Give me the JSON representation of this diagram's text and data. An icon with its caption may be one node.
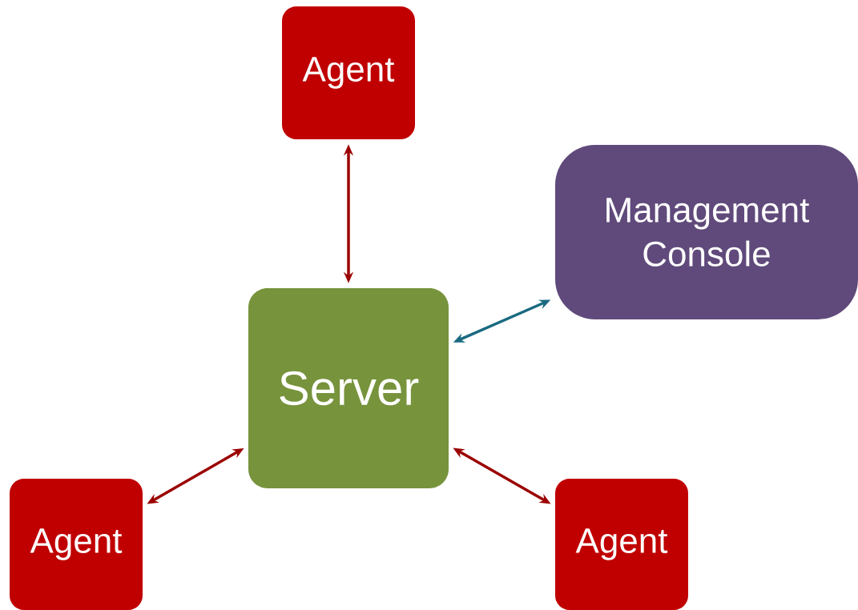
{
  "diagram": {
    "nodes": [
      {
        "text": [
          "Agent"
        ]
      },
      {
        "text": [
          "Management Console"
        ]
      },
      {
        "text": [
          "Server"
        ]
      },
      {
        "text": [
          "Agent"
        ]
      },
      {
        "text": [
          "Agent"
        ]
      }
    ],
    "edges": [
      {
        "from": 0,
        "to": 2,
        "arrow": "both"
      },
      {
        "from": 2,
        "to": 1,
        "arrow": "both",
        "color": "#1a6a80"
      },
      {
        "from": 2,
        "to": 3,
        "arrow": "both"
      },
      {
        "from": 2,
        "to": 4,
        "arrow": "both"
      }
    ]
  }
}
